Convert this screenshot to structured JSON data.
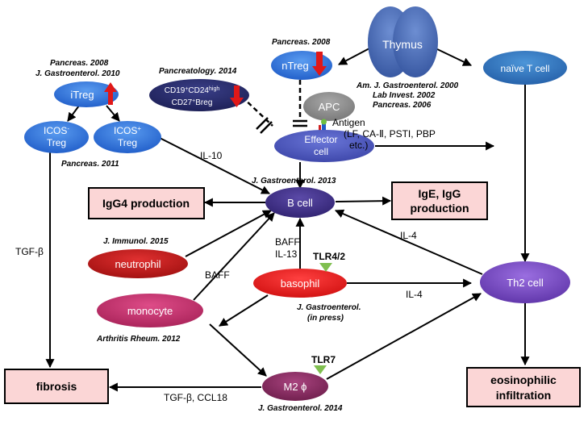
{
  "nodes": {
    "thymus": "Thymus",
    "ntreg": "nTreg",
    "naive_t": "naïve T cell",
    "itreg": "iTreg",
    "icos_neg_line1": "ICOS",
    "icos_neg_sup": "-",
    "icos_neg_line2": "Treg",
    "icos_pos_line1": "ICOS",
    "icos_pos_sup": "+",
    "icos_pos_line2": "Treg",
    "breg_line1_a": "CD19",
    "breg_line1_sup1": "+",
    "breg_line1_b": "CD24",
    "breg_line1_sup2": "high",
    "breg_line2_a": "CD27",
    "breg_line2_sup": "+",
    "breg_line2_b": "Breg",
    "apc": "APC",
    "effector_line1": "Effector",
    "effector_line2": "cell",
    "b_cell": "B cell",
    "neutrophil": "neutrophil",
    "monocyte": "monocyte",
    "basophil": "basophil",
    "m2": "M2 ϕ",
    "th2": "Th2 cell"
  },
  "boxes": {
    "igg4": "IgG4 production",
    "ige_line1": "IgE, IgG",
    "ige_line2": "production",
    "fibrosis": "fibrosis",
    "eos_line1": "eosinophilic",
    "eos_line2": "infiltration"
  },
  "labels": {
    "antigen_title": "Antigen",
    "antigen_list": "(LF,    CA-Ⅱ,    PSTI,     PBP",
    "antigen_etc": "etc.)",
    "il10": "IL-10",
    "tgfb": "TGF-β",
    "baff_il13_line1": "BAFF",
    "baff_il13_line2": "IL-13",
    "baff": "BAFF",
    "il4_upper": "IL-4",
    "il4_lower": "IL-4",
    "tgfb_ccl18": "TGF-β, CCL18",
    "tlr42": "TLR4/2",
    "tlr7": "TLR7"
  },
  "references": {
    "pancreas2008_itreg": "Pancreas. 2008",
    "jgastro2010": "J. Gastroenterol. 2010",
    "pancreatology2014": "Pancreatology. 2014",
    "pancreas2008_ntreg": "Pancreas. 2008",
    "amjgastro2000": "Am. J. Gastroenterol. 2000",
    "labinvest2002": "Lab Invest. 2002",
    "pancreas2006": "Pancreas. 2006",
    "pancreas2011": "Pancreas. 2011",
    "jgastro2013": "J. Gastroenterol. 2013",
    "jimmunol2015": "J. Immunol. 2015",
    "jgastro_press_line1": "J. Gastroenterol.",
    "jgastro_press_line2": "(in press)",
    "arthritis2012": "Arthritis Rheum. 2012",
    "jgastro2014": "J. Gastroenterol. 2014"
  },
  "colors": {
    "thymus": "#3f66b8",
    "treg_blue": "#2f6fd8",
    "naive_t": "#2f79c3",
    "breg": "#262a6b",
    "apc": "#8a8a8a",
    "effector": "#4b56c0",
    "b_cell": "#3f2f8a",
    "neutrophil": "#c01818",
    "monocyte": "#c8306e",
    "basophil": "#e81a1a",
    "m2": "#8a2a60",
    "th2": "#7a4ac2",
    "box_fill": "#fbd6d6",
    "red_arrow": "#e01818",
    "tlr_green": "#7fbf4f"
  }
}
